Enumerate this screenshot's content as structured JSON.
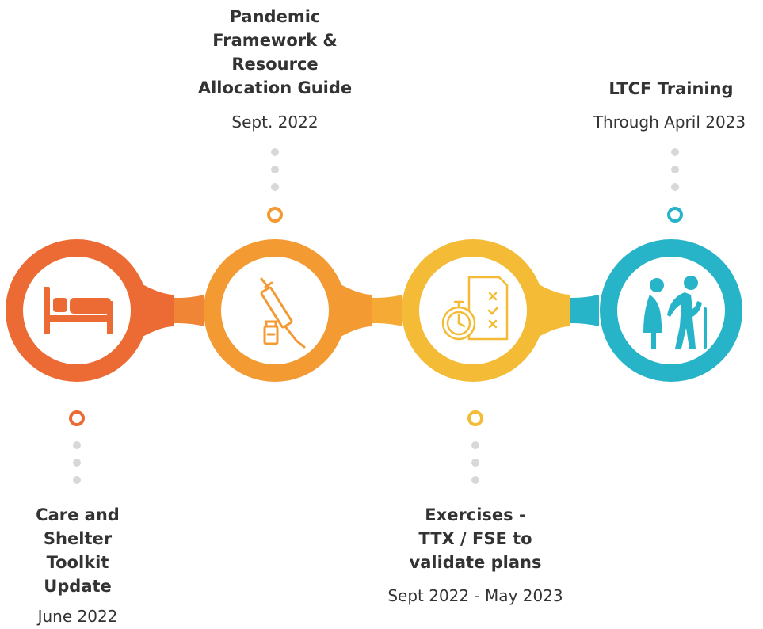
{
  "milestones": [
    {
      "title": "Care and\nShelter\nToolkit\nUpdate",
      "date": "June 2022",
      "color": "#ec6a34",
      "icon": "hospital-bed-icon"
    },
    {
      "title": "Pandemic\nFramework &\nResource\nAllocation Guide",
      "date": "Sept. 2022",
      "color": "#f39a33",
      "icon": "syringe-vaccine-icon"
    },
    {
      "title": "Exercises -\nTTX / FSE to\nvalidate plans",
      "date": "Sept 2022 - May 2023",
      "color": "#f3bb36",
      "icon": "stopwatch-checklist-icon"
    },
    {
      "title": "LTCF Training",
      "date": "Through April 2023",
      "color": "#27b3c8",
      "icon": "elderly-couple-icon"
    }
  ]
}
